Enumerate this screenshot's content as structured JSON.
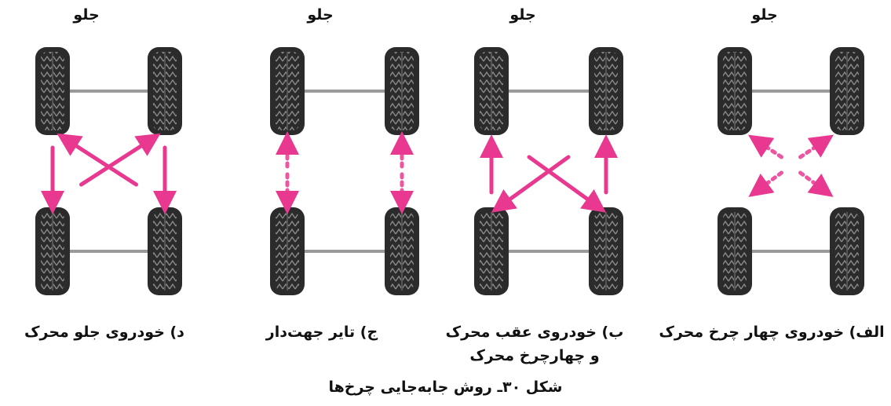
{
  "colors": {
    "arrow": "#e8388f",
    "tire": "#2b2b2b",
    "tread": "#8a8a8a",
    "axle": "#9a9a9a"
  },
  "panels": [
    {
      "front_label": "جلو",
      "caption_line1": "الف) خودروی چهار چرخ محرک",
      "caption_line2": "",
      "pattern": "x-cross"
    },
    {
      "front_label": "جلو",
      "caption_line1": "ب) خودروی عقب محرک",
      "caption_line2": "و چهارچرخ محرک",
      "pattern": "rear-drive"
    },
    {
      "front_label": "جلو",
      "caption_line1": "ج) تایر جهت‌دار",
      "caption_line2": "",
      "pattern": "directional"
    },
    {
      "front_label": "جلو",
      "caption_line1": "د) خودروی جلو محرک",
      "caption_line2": "",
      "pattern": "front-drive"
    }
  ],
  "figure_title": "شکل ۳۰ـ روش جابه‌جایی چرخ‌ها"
}
